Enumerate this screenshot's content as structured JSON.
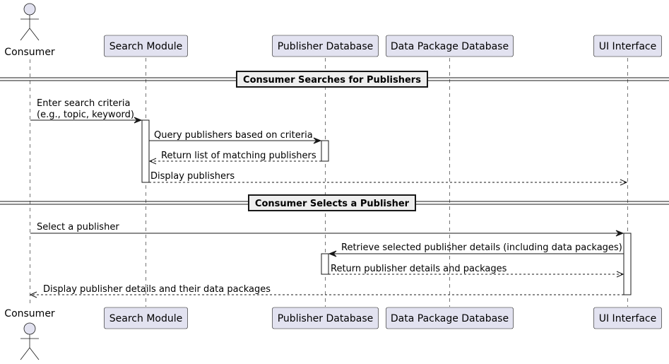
{
  "participants": [
    {
      "id": "consumer",
      "label": "Consumer",
      "kind": "actor"
    },
    {
      "id": "search",
      "label": "Search Module",
      "kind": "participant"
    },
    {
      "id": "pubdb",
      "label": "Publisher Database",
      "kind": "participant"
    },
    {
      "id": "dpdb",
      "label": "Data Package Database",
      "kind": "participant"
    },
    {
      "id": "ui",
      "label": "UI Interface",
      "kind": "participant"
    }
  ],
  "dividers": [
    {
      "label": "Consumer Searches for Publishers"
    },
    {
      "label": "Consumer Selects a Publisher"
    }
  ],
  "messages": [
    {
      "from": "consumer",
      "to": "search",
      "type": "sync",
      "lines": [
        "Enter search criteria",
        "(e.g., topic, keyword)"
      ]
    },
    {
      "from": "search",
      "to": "pubdb",
      "type": "sync",
      "lines": [
        "Query publishers based on criteria"
      ]
    },
    {
      "from": "pubdb",
      "to": "search",
      "type": "return",
      "lines": [
        "Return list of matching publishers"
      ]
    },
    {
      "from": "search",
      "to": "ui",
      "type": "return",
      "lines": [
        "Display publishers"
      ]
    },
    {
      "from": "consumer",
      "to": "ui",
      "type": "sync",
      "lines": [
        "Select a publisher"
      ]
    },
    {
      "from": "ui",
      "to": "pubdb",
      "type": "sync",
      "lines": [
        "Retrieve selected publisher details (including data packages)"
      ]
    },
    {
      "from": "pubdb",
      "to": "ui",
      "type": "return",
      "lines": [
        "Return publisher details and packages"
      ]
    },
    {
      "from": "ui",
      "to": "consumer",
      "type": "return",
      "lines": [
        "Display publisher details and their data packages"
      ]
    }
  ],
  "colors": {
    "participant_fill": "#e2e2f0",
    "participant_border": "#181818",
    "lifeline": "#181818",
    "activation_fill": "#ffffff",
    "divider_fill": "#eeeeee"
  }
}
